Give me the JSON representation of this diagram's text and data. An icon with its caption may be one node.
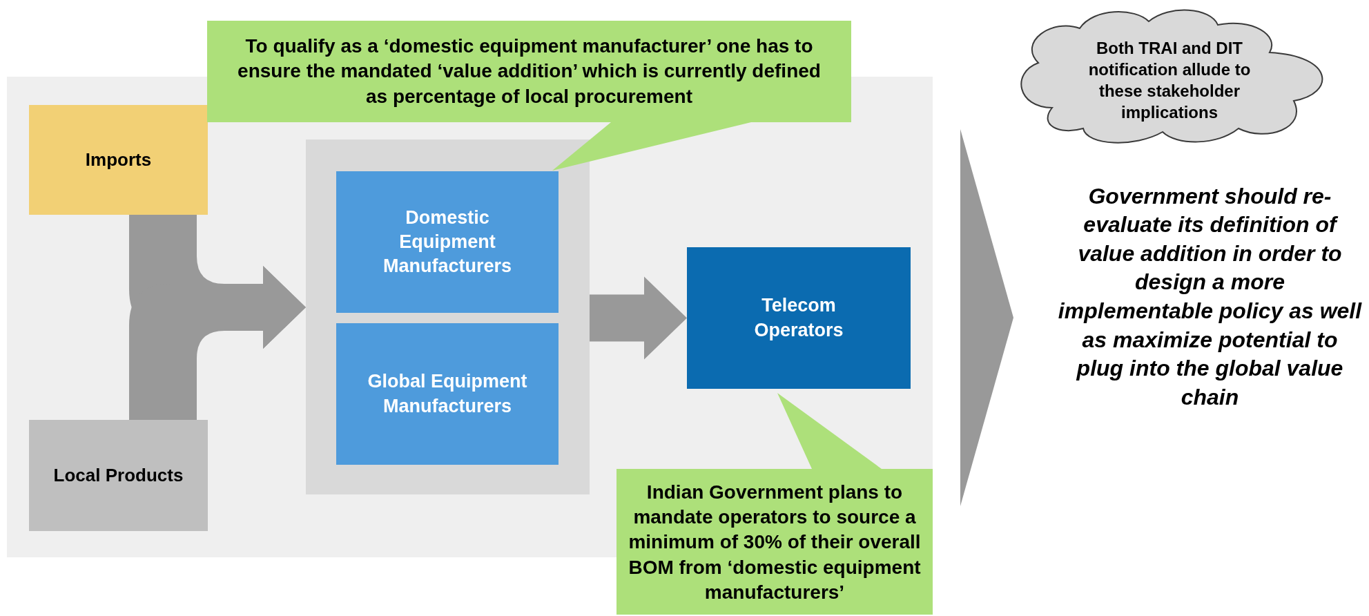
{
  "diagram": {
    "nodes": [
      {
        "text": [],
        "shape": "box"
      },
      {
        "text": [
          "Imports"
        ],
        "in": 0
      },
      {
        "text": [
          "Local Products"
        ],
        "in": 0
      },
      {
        "text": [],
        "shape": "box",
        "in": 0
      },
      {
        "text": [
          "Domestic Equipment Manufacturers"
        ],
        "in": 3
      },
      {
        "text": [
          "Global Equipment Manufacturers"
        ],
        "in": 3
      },
      {
        "text": [
          "Telecom Operators"
        ],
        "in": 0
      },
      {
        "text": [
          "To qualify as a ‘domestic equipment manufacturer’ one has to ensure the mandated ‘value addition’ which is currently defined as percentage of local procurement"
        ]
      },
      {
        "text": [
          "Indian Government plans to mandate operators to source a minimum of 30% of their overall BOM from ‘domestic equipment manufacturers’"
        ]
      },
      {
        "text": [
          "Both TRAI and DIT notification allude to these stakeholder implications"
        ]
      },
      {
        "text": [
          "Government should re-evaluate its definition of value addition in order to design a more implementable policy as well as maximize potential to plug into the global value chain"
        ]
      }
    ],
    "edges": [
      {
        "from": 1,
        "to": 3,
        "arrow": "to"
      },
      {
        "from": 2,
        "to": 3,
        "arrow": "to"
      },
      {
        "from": 3,
        "to": 6,
        "arrow": "to"
      },
      {
        "from": 0,
        "to": 10,
        "arrow": "to"
      }
    ]
  }
}
